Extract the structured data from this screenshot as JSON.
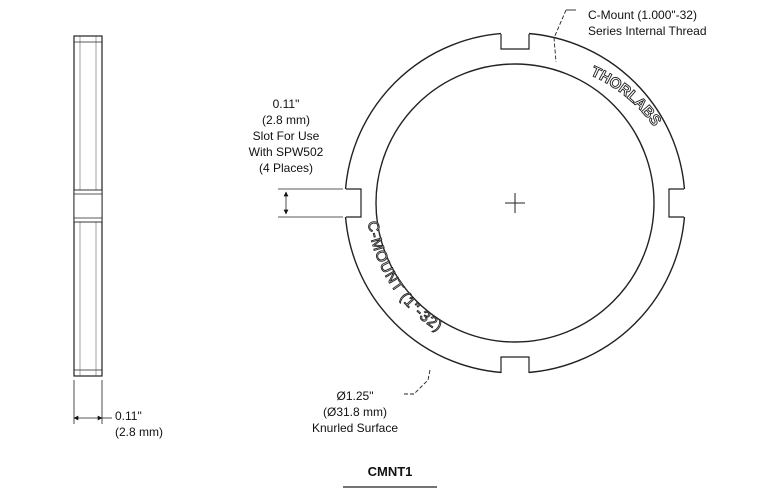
{
  "drawing": {
    "part_number": "CMNT1",
    "thread_callout": [
      "C-Mount (1.000\"-32)",
      "Series Internal Thread"
    ],
    "slot_callout": [
      "0.11\"",
      "(2.8 mm)",
      "Slot For Use",
      "With SPW502",
      "(4 Places)"
    ],
    "diameter_callout": [
      "Ø1.25\"",
      "(Ø31.8 mm)",
      "Knurled Surface"
    ],
    "thickness_callout": [
      "0.11\"",
      "(2.8 mm)"
    ],
    "engraving": "C-MOUNT (1\"-32)",
    "logo_text": "THORLABS"
  }
}
